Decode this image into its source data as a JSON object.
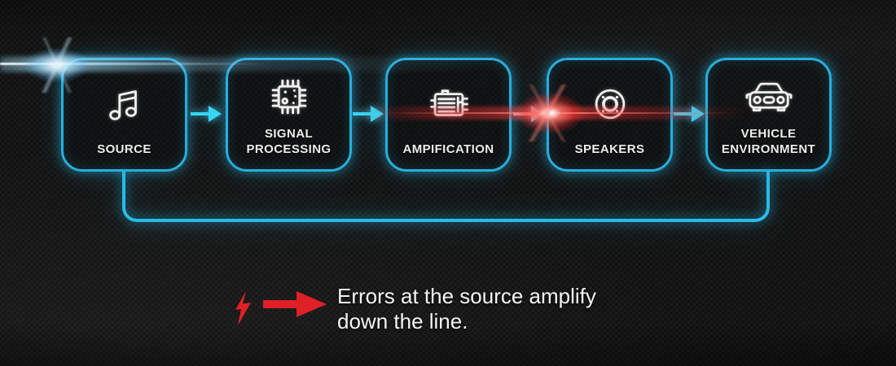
{
  "diagram": {
    "title": "audio-signal-chain",
    "nodes": [
      {
        "id": "source",
        "icon": "music-note-icon",
        "lines": [
          "SOURCE"
        ]
      },
      {
        "id": "signal-processing",
        "icon": "chip-icon",
        "lines": [
          "SIGNAL",
          "PROCESSING"
        ]
      },
      {
        "id": "amplification",
        "icon": "amplifier-icon",
        "lines": [
          "AMPIFICATION"
        ]
      },
      {
        "id": "speakers",
        "icon": "speaker-icon",
        "lines": [
          "SPEAKERS"
        ]
      },
      {
        "id": "vehicle-environment",
        "icon": "car-icon",
        "lines": [
          "VEHICLE",
          "ENVIRONMENT"
        ]
      }
    ],
    "connections": [
      "source→signal-processing",
      "signal-processing→amplification",
      "amplification→speakers",
      "speakers→vehicle-environment"
    ],
    "feedback_loop": "vehicle-environment→source"
  },
  "caption": {
    "line1": "Errors at the source amplify",
    "line2": "down the line."
  },
  "colors": {
    "accent_cyan": "#27bce8",
    "accent_red": "#e02127",
    "background": "#161616",
    "text_primary": "#f4f4f4",
    "node_label": "#ededed"
  }
}
